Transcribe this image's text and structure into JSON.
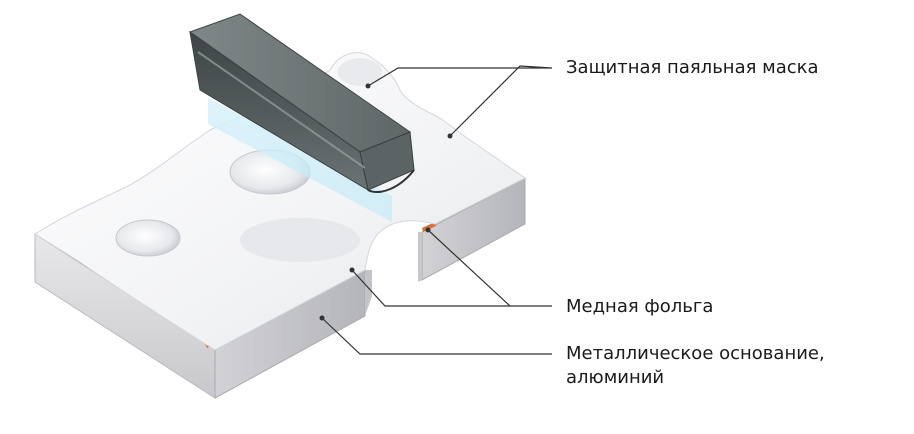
{
  "labels": {
    "solder_mask": "Защитная паяльная маска",
    "copper_foil": "Медная фольга",
    "metal_base_line1": "Металлическое основание,",
    "metal_base_line2": "алюминий"
  },
  "colors": {
    "mask_top": "#f4f5f7",
    "mask_shadow": "#c9ccd2",
    "base_front": "#d9d9dc",
    "base_side": "#bfc0c4",
    "copper": "#d9703a",
    "squeegee_dark": "#4e5556",
    "squeegee_light": "#8e9596",
    "cyan_glow": "#bfe9f7",
    "leader_line": "#333333"
  },
  "icons": [
    "squeegee-bar-icon",
    "pcb-board-illustration"
  ]
}
